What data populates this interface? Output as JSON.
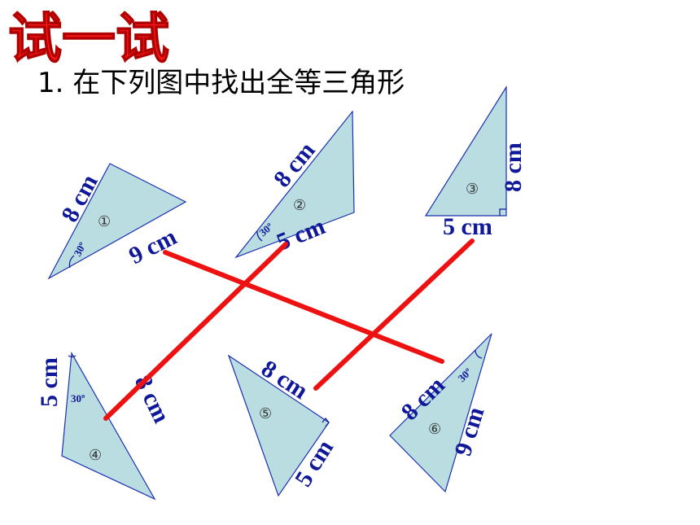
{
  "heading": "试一试",
  "question": "1. 在下列图中找出全等三角形",
  "colors": {
    "heading": "#ff1a1a",
    "triangle_fill": "#b9dde0",
    "label": "#10189a",
    "link": "#ee1111"
  },
  "triangles": [
    {
      "number": "①",
      "sides": [
        "8  cm",
        "9  cm"
      ],
      "angle": "30º"
    },
    {
      "number": "②",
      "sides": [
        "8  cm",
        "5  cm"
      ],
      "angle": "30º"
    },
    {
      "number": "③",
      "sides": [
        "8  cm",
        "5  cm"
      ],
      "angle": ""
    },
    {
      "number": "④",
      "sides": [
        "5  cm",
        "8  cm"
      ],
      "angle": "30º"
    },
    {
      "number": "⑤",
      "sides": [
        "8  cm",
        "5  cm"
      ],
      "angle": ""
    },
    {
      "number": "⑥",
      "sides": [
        "8  cm",
        "9  cm"
      ],
      "angle": "30º"
    }
  ]
}
